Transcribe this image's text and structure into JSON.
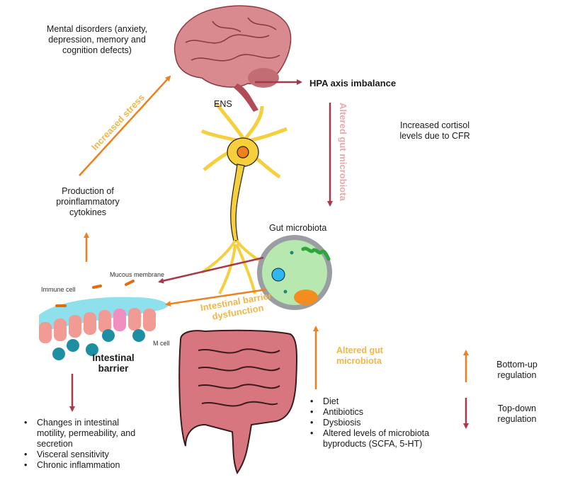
{
  "colors": {
    "bottom_up": "#f07f1e",
    "top_down": "#a63a4a",
    "orange_label": "#f1b64a",
    "pink_label": "#e9a9ae",
    "brain": "#d98a8f",
    "gut": "#d8767f",
    "neuron": "#f5cf3c",
    "microbe_dish": "#b7e8b0"
  },
  "labels": {
    "mental_disorders": "Mental disorders (anxiety, depression, memory and cognition defects)",
    "increased_stress": "Increased stress",
    "hpa_axis": "HPA axis imbalance",
    "altered_gut_microbiota_down": "Altered gut microbiota",
    "cortisol": "Increased cortisol levels due to CFR",
    "ens": "ENS",
    "production_cytokines": "Production of proinflammatory cytokines",
    "gut_microbiota": "Gut microbiota",
    "mucous_membrane": "Mucous membrane",
    "immune_cell": "Immune cell",
    "m_cell": "M cell",
    "intestinal_barrier": "Intestinal barrier",
    "intestinal_barrier_dysfunction": "Intestinal barrier dysfunction",
    "altered_gut_microbiota_up": "Altered gut microbiota"
  },
  "left_effects": [
    "Changes in intestinal motility, permeability, and secretion",
    "Visceral sensitivity",
    "Chronic inflammation"
  ],
  "gut_factors": [
    "Diet",
    "Antibiotics",
    "Dysbiosis",
    "Altered levels of microbiota byproducts (SCFA, 5-HT)"
  ],
  "legend": [
    {
      "label": "Bottom-up regulation",
      "direction": "up"
    },
    {
      "label": "Top-down regulation",
      "direction": "down"
    }
  ]
}
